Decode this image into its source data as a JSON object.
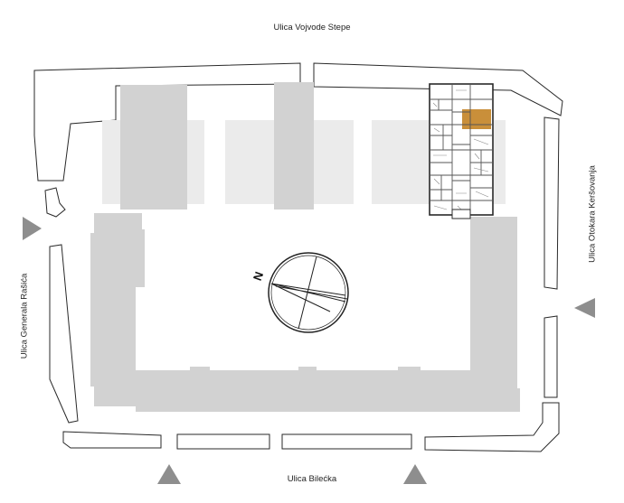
{
  "streets": {
    "north": "Ulica Vojvode Stepe",
    "south": "Ulica Bilećka",
    "west": "Ulica Generala Rašića",
    "east": "Ulica Otokara Keršovanja"
  },
  "compass": {
    "letter": "N"
  },
  "colors": {
    "building": "#d2d2d2",
    "courtyard_zone": "#ebebeb",
    "highlight_unit": "#c98f3a",
    "arrow": "#8e8e8e",
    "outline": "#2a2a2a"
  }
}
